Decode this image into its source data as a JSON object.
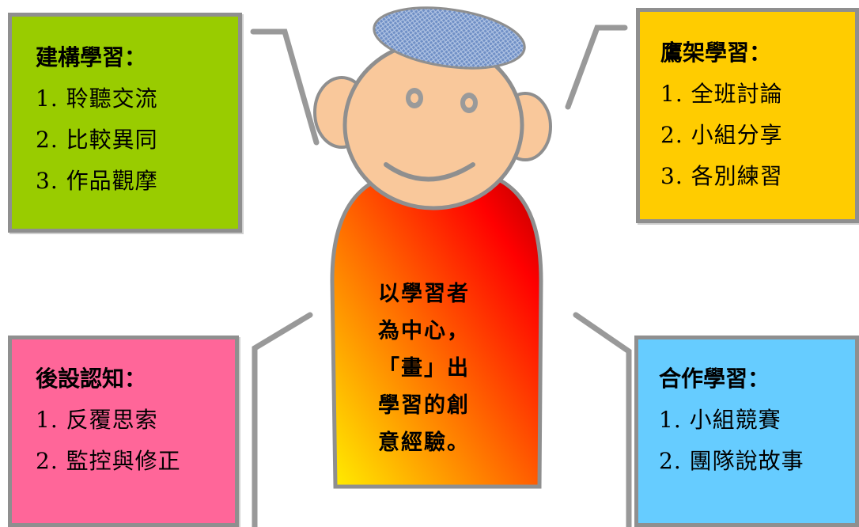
{
  "colors": {
    "constructive": "#99cc00",
    "scaffolding": "#ffcc00",
    "metacognition": "#ff6699",
    "cooperative": "#66ccff",
    "border": "#8f8f8f",
    "face": "#f9c89b"
  },
  "boxes": {
    "constructive": {
      "title": "建構學習：",
      "items": [
        "1. 聆聽交流",
        "2. 比較異同",
        "3. 作品觀摩"
      ]
    },
    "scaffolding": {
      "title": "鷹架學習：",
      "items": [
        "1. 全班討論",
        "2. 小組分享",
        "3. 各別練習"
      ]
    },
    "metacognition": {
      "title": "後設認知：",
      "items": [
        "1. 反覆思索",
        "2. 監控與修正"
      ]
    },
    "cooperative": {
      "title": "合作學習：",
      "items": [
        "1. 小組競賽",
        "2. 團隊說故事"
      ]
    }
  },
  "center": {
    "lines": [
      "以學習者",
      "為中心，",
      "「畫」出",
      "學習的創",
      "意經驗。"
    ]
  }
}
